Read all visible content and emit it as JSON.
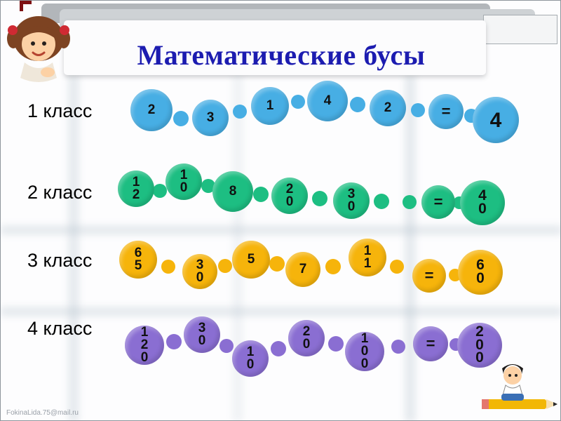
{
  "slide": {
    "title": "Математические бусы",
    "watermark": "FokinaLida.75@mail.ru"
  },
  "rows": [
    {
      "label": "1 класс",
      "color": "#47AEE4",
      "beads": [
        "2",
        "3",
        "1",
        "4",
        "2"
      ],
      "equals": "=",
      "result": "4"
    },
    {
      "label": "2 класс",
      "color": "#1DBE82",
      "beads": [
        "12",
        "10",
        "8",
        "20",
        "30"
      ],
      "equals": "=",
      "result": "40"
    },
    {
      "label": "3 класс",
      "color": "#F6B40B",
      "beads": [
        "65",
        "30",
        "5",
        "7",
        "11"
      ],
      "equals": "=",
      "result": "60"
    },
    {
      "label": "4 класс",
      "color": "#8A6ED2",
      "beads": [
        "120",
        "30",
        "10",
        "20",
        "100"
      ],
      "equals": "=",
      "result": "200"
    }
  ]
}
